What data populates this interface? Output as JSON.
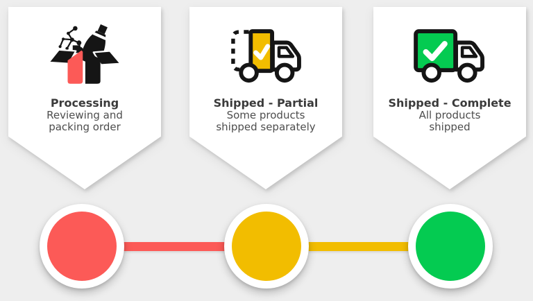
{
  "colors": {
    "background": "#EEEEEE",
    "card": "#FFFFFF",
    "red": "#FC5A57",
    "yellow": "#F2BD00",
    "green": "#04CB51",
    "ink": "#151515",
    "title_text": "#3B3B3B",
    "subtitle_text": "#4D4D4D",
    "check": "#FFFFFF"
  },
  "stages": [
    {
      "title": "Processing",
      "subtitle": [
        "Reviewing and",
        "packing order"
      ],
      "icon": "open-box-with-products-icon",
      "status_color": "#FC5A57"
    },
    {
      "title": "Shipped - Partial",
      "subtitle": [
        "Some products",
        "shipped separately"
      ],
      "icon": "truck-partial-check-icon",
      "status_color": "#F2BD00"
    },
    {
      "title": "Shipped - Complete",
      "subtitle": [
        "All products",
        "shipped"
      ],
      "icon": "truck-complete-check-icon",
      "status_color": "#04CB51"
    }
  ],
  "timeline": {
    "dots": [
      {
        "label": "Processing",
        "color": "#FC5A57"
      },
      {
        "label": "Shipped - Partial",
        "color": "#F2BD00"
      },
      {
        "label": "Shipped - Complete",
        "color": "#04CB51"
      }
    ],
    "connectors": [
      {
        "color": "#FC5A57"
      },
      {
        "color": "#F2BD00"
      }
    ]
  }
}
